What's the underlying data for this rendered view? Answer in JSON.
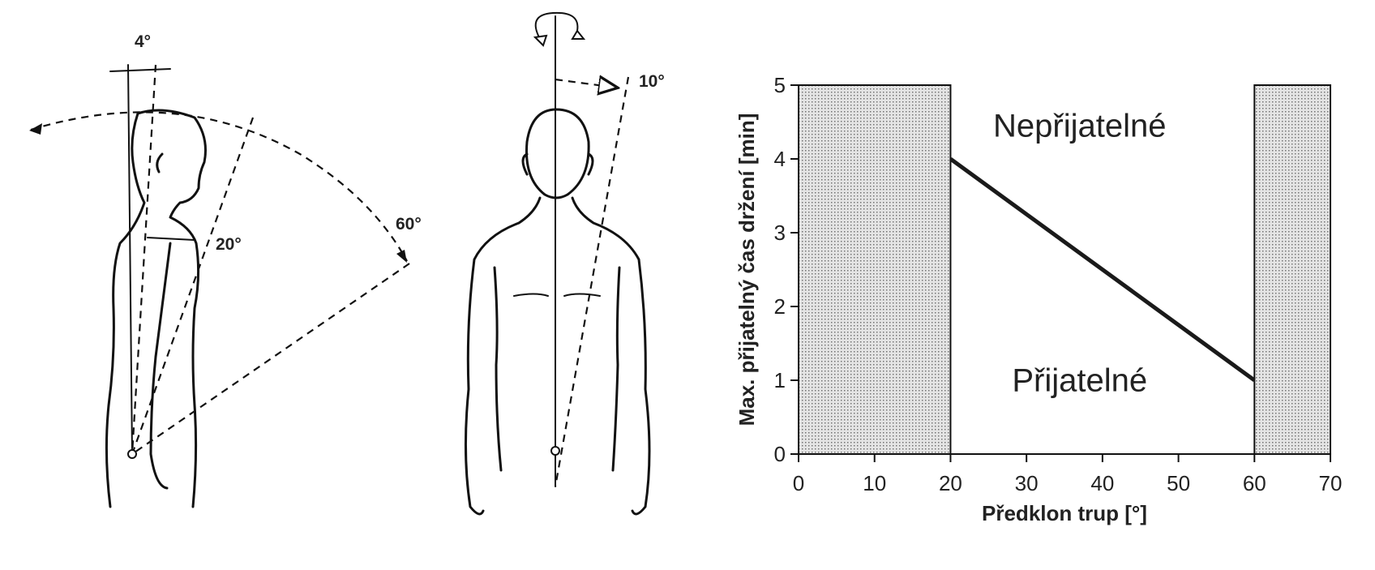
{
  "side_figure": {
    "angle_small": "4°",
    "angle_mid": "20°",
    "angle_large": "60°"
  },
  "front_figure": {
    "angle_rotation": "10°"
  },
  "chart_data": {
    "type": "line",
    "xlabel": "Předklon trup [°]",
    "ylabel": "Max. přijatelný čas držení [min]",
    "xlim": [
      0,
      70
    ],
    "ylim": [
      0,
      5
    ],
    "x_ticks": [
      0,
      10,
      20,
      30,
      40,
      50,
      60,
      70
    ],
    "y_ticks": [
      0,
      1,
      2,
      3,
      4,
      5
    ],
    "series": [
      {
        "x": [
          20,
          60
        ],
        "y": [
          4,
          1
        ]
      }
    ],
    "shaded_ranges": [
      {
        "x": [
          0,
          20
        ]
      },
      {
        "x": [
          60,
          70
        ]
      }
    ],
    "annotations": [
      {
        "text": "Nepřijatelné",
        "x": 37,
        "y": 4.3
      },
      {
        "text": "Přijatelné",
        "x": 37,
        "y": 0.85
      }
    ],
    "grid": false,
    "colors": {
      "line": "#1a1a1a",
      "shade": "#c8c8c8"
    }
  }
}
